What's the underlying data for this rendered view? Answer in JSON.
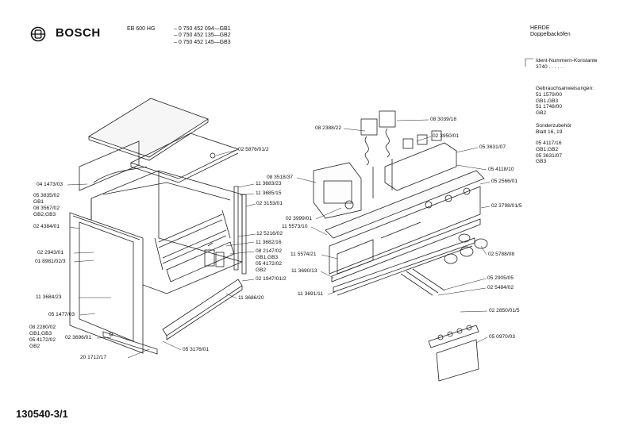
{
  "header": {
    "brand": "BOSCH",
    "model": "EB 600 HG",
    "variants": [
      "– 0 750 452 094—GB1",
      "– 0 750 452 135—GB2",
      "– 0 750 452 145—GB3"
    ],
    "category": [
      "HERDE",
      "Doppelbacköfen"
    ]
  },
  "sidebar": {
    "ident_title": "Ident-Nummern-Konstante",
    "ident_value": "3740   . .   . . . .",
    "instructions": [
      "Gebrauchsanweisungen:",
      "51 1579/00",
      "GB1,GB3",
      "51 1748/00",
      "GB2"
    ],
    "accessories": [
      "Sonderzubehör",
      "Blatt 16, 19"
    ],
    "extra_parts": [
      "05 4117/16",
      "GB1,GB2",
      "05 3631/07",
      "GB3"
    ]
  },
  "labels": {
    "l01": "04 1473/03",
    "l02": "05 3835/02",
    "l02b": "GB1",
    "l03": "08 3567/02",
    "l03b": "GB2,GB3",
    "l04": "02 4384/01",
    "l05": "02 2943/01",
    "l06": "01 8981/02/3",
    "l07": "11 3684/23",
    "l08": "05 1477/03",
    "l09": "08 2280/02",
    "l09b": "GB1,GB3",
    "l10": "05 4172/02",
    "l10b": "GB2",
    "l11": "02 3696/01",
    "l12": "20 1712/17",
    "l13": "05 3176/01",
    "l14": "11 3686/20",
    "l15": "02 1947/01/2",
    "l16": "08 2147/02",
    "l16b": "GB1,GB3",
    "l17": "05 4172/02",
    "l17b": "GB2",
    "l18": "11 3682/16",
    "l19": "12 5216/02",
    "l20": "02 3153/01",
    "l21": "11 3685/15",
    "l22": "11 3683/23",
    "l23": "02 5876/01/2",
    "l24": "08 2388/22",
    "l25": "08 3039/18",
    "l26": "02 3950/01",
    "l27": "05 3631/07",
    "l28": "05 4118/10",
    "l29": "08 3518/37",
    "l30": "05 2566/01",
    "l31": "02 3999/01",
    "l32": "11 5573/10",
    "l33": "02 3798/01/5",
    "l34": "11 5574/21",
    "l35": "02 5788/08",
    "l36": "11 3690/13",
    "l37": "05 2905/05",
    "l38": "02 5484/02",
    "l39": "11 3691/11",
    "l40": "02 2850/01/5",
    "l41": "05 0970/03"
  },
  "footer": {
    "document_number": "130540-3/1"
  }
}
